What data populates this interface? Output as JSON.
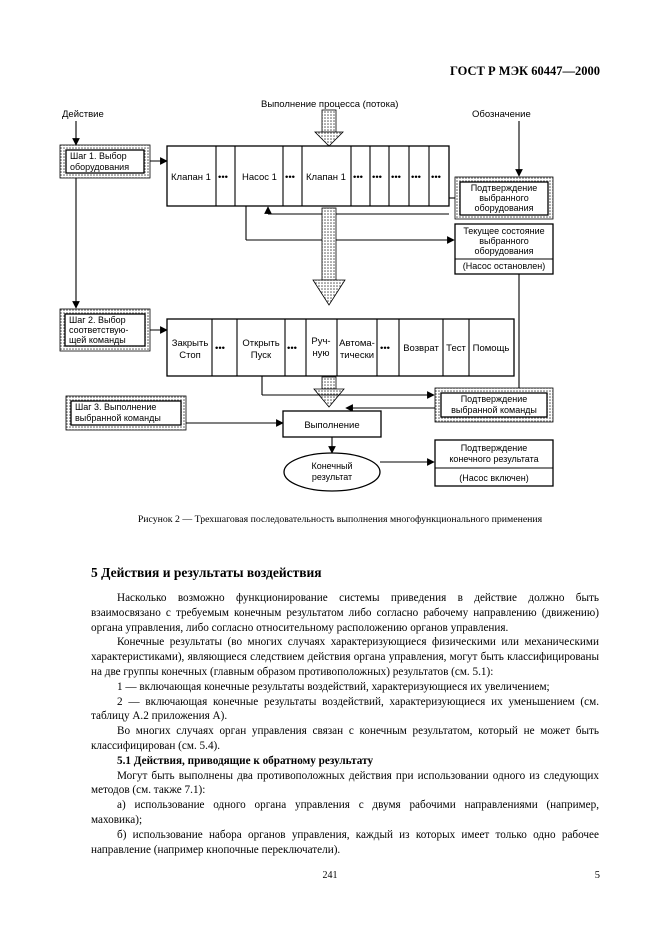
{
  "header": {
    "standard": "ГОСТ Р МЭК 60447—2000"
  },
  "figure": {
    "label_action": "Действие",
    "label_process": "Выполнение процесса (потока)",
    "label_designation": "Обозначение",
    "step1": [
      "Шаг 1. Выбор",
      "оборудования"
    ],
    "step2": [
      "Шаг 2. Выбор",
      "соответствую-",
      "щей команды"
    ],
    "step3": [
      "Шаг 3. Выполнение",
      "выбранной команды"
    ],
    "row1": {
      "valve1": "Клапан 1",
      "dots": "•••",
      "pump1": "Насос 1",
      "valve1b": "Клапан 1"
    },
    "row2": {
      "close": [
        "Закрыть",
        "Стоп"
      ],
      "dots": "•••",
      "open": [
        "Открыть",
        "Пуск"
      ],
      "manual": [
        "Руч-",
        "ную"
      ],
      "auto": [
        "Автома-",
        "тически"
      ],
      "return": "Возврат",
      "test": "Тест",
      "help": "Помощь"
    },
    "confirm_equipment": [
      "Подтверждение",
      "выбранного",
      "оборудования"
    ],
    "current_state": [
      "Текущее состояние",
      "выбранного",
      "оборудования"
    ],
    "pump_stopped": "(Насос остановлен)",
    "confirm_command": [
      "Подтверждение",
      "выбранной команды"
    ],
    "execution": "Выполнение",
    "final_result": [
      "Конечный",
      "результат"
    ],
    "confirm_final": [
      "Подтверждение",
      "конечного результата"
    ],
    "pump_on": "(Насос включен)",
    "caption": "Рисунок 2 — Трехшаговая последовательность выполнения многофункционального применения"
  },
  "section": {
    "title": "5 Действия и результаты воздействия",
    "paragraphs": [
      "Насколько возможно функционирование системы приведения в действие должно быть взаимосвязано с требуемым конечным результатом либо согласно рабочему направлению (движению) органа управления, либо согласно относительному расположению органов управления.",
      "Конечные результаты (во многих случаях характеризующиеся физическими или механическими характеристиками), являющиеся следствием действия органа управления, могут быть классифицированы на две группы конечных (главным образом противоположных) результатов (см. 5.1):",
      "1 — включающая конечные результаты воздействий, характеризующиеся их увеличением;",
      "2 — включающая конечные результаты воздействий, характеризующиеся их уменьшением (см. таблицу А.2 приложения А).",
      "Во многих случаях орган управления связан с конечным результатом, который не может быть классифицирован (см. 5.4)."
    ],
    "subsection_title": "5.1 Действия, приводящие к обратному результату",
    "sub_paragraphs": [
      "Могут быть выполнены два противоположных действия при использовании одного из следующих методов (см. также 7.1):",
      "а) использование одного органа управления с двумя рабочими направлениями (например, маховика);",
      "б) использование набора органов управления, каждый из которых имеет только одно рабочее направление (например кнопочные переключатели)."
    ]
  },
  "footer": {
    "page_center": "241",
    "page_right": "5"
  }
}
